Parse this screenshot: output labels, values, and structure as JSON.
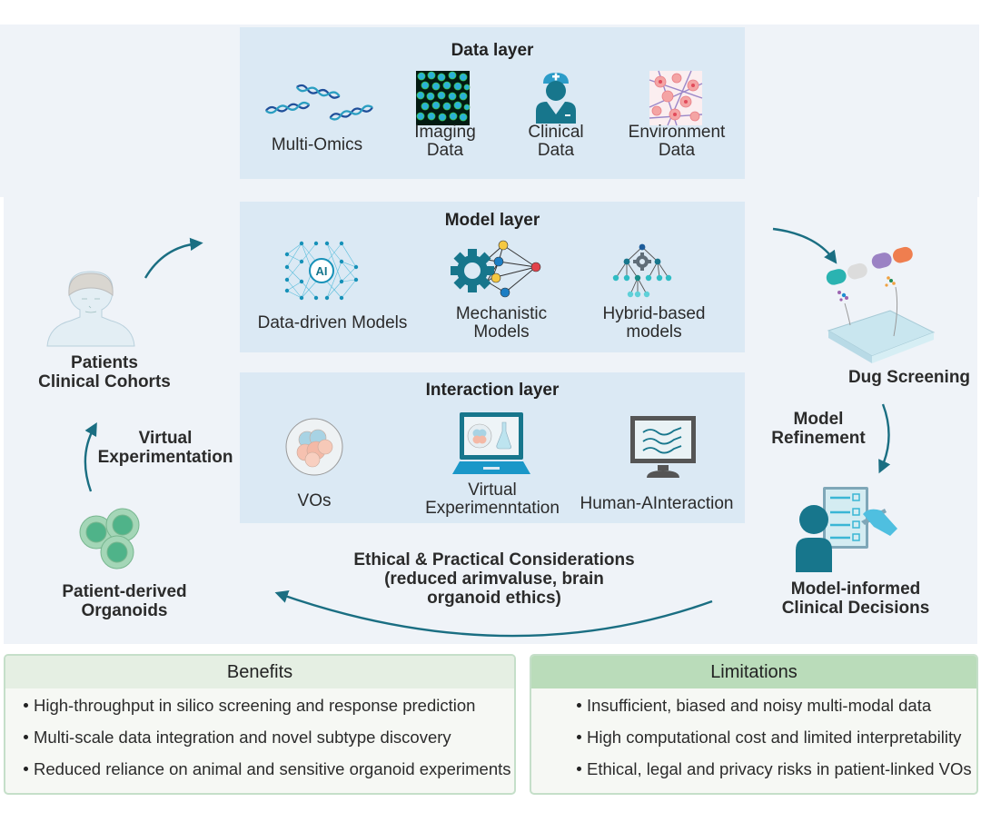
{
  "colors": {
    "panel_bg": "#eff3f8",
    "layer_bg": "#dbe9f4",
    "arrow": "#1a6e82",
    "icon_teal": "#17768c",
    "benefits_header": "#e5efe3",
    "limitations_header": "#badcba"
  },
  "layers": {
    "data": {
      "title": "Data layer",
      "items": [
        {
          "label": "Multi-Omics",
          "icon": "dna-icon"
        },
        {
          "label_line1": "Imaging",
          "label_line2": "Data",
          "icon": "cell-imaging-icon"
        },
        {
          "label_line1": "Clinical",
          "label_line2": "Data",
          "icon": "clinician-icon"
        },
        {
          "label_line1": "Environment",
          "label_line2": "Data",
          "icon": "tissue-microenvironment-icon"
        }
      ]
    },
    "model": {
      "title": "Model layer",
      "items": [
        {
          "label": "Data-driven Models",
          "icon": "neural-network-ai-icon",
          "icon_text": "AI"
        },
        {
          "label_line1": "Mechanistic",
          "label_line2": "Models",
          "icon": "gear-network-icon"
        },
        {
          "label_line1": "Hybrid-based",
          "label_line2": "models",
          "icon": "hybrid-tree-gear-icon"
        }
      ]
    },
    "interaction": {
      "title": "Interaction layer",
      "items": [
        {
          "label": "VOs",
          "icon": "organoid-dish-icon"
        },
        {
          "label_line1": "Virtual",
          "label_line2": "Experimenntation",
          "icon": "laptop-experiment-icon"
        },
        {
          "label": "Human-AInteraction",
          "icon": "monitor-signal-icon"
        }
      ]
    }
  },
  "nodes": {
    "patients": {
      "line1": "Patients",
      "line2": "Clinical Cohorts"
    },
    "virtual_exp": {
      "line1": "Virtual",
      "line2": "Experimentation"
    },
    "organoids": {
      "line1": "Patient-derived",
      "line2": "Organoids"
    },
    "drug_screening": {
      "label": "Dug Screening"
    },
    "model_refinement": {
      "line1": "Model",
      "line2": "Refinement"
    },
    "clinical_decisions": {
      "line1": "Model-informed",
      "line2": "Clinical Decisions"
    },
    "ethics": {
      "line1": "Ethical & Practical Considerations",
      "line2": "(reduced arimvaluse, brain",
      "line3": "organoid ethics)"
    }
  },
  "benefits": {
    "title": "Benefits",
    "items": [
      "High-throughput in silico screening and response prediction",
      "Multi-scale data integration and novel subtype discovery",
      "Reduced reliance on animal and sensitive organoid experiments"
    ]
  },
  "limitations": {
    "title": "Limitations",
    "items": [
      "Insufficient, biased and noisy multi-modal data",
      "High computational cost and limited interpretability",
      "Ethical, legal and privacy risks in patient-linked VOs"
    ]
  }
}
